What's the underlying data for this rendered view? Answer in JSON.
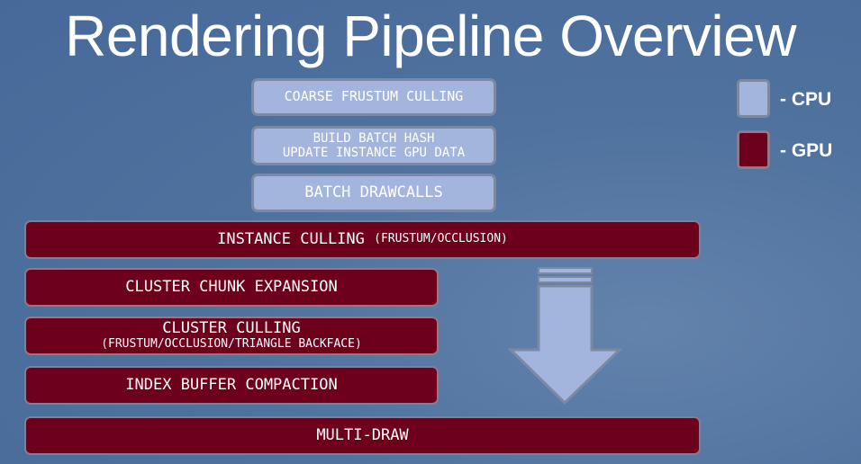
{
  "title": "Rendering Pipeline Overview",
  "cpu_steps": [
    "COARSE FRUSTUM CULLING",
    [
      "BUILD BATCH HASH",
      "UPDATE INSTANCE GPU DATA"
    ],
    "BATCH DRAWCALLS"
  ],
  "gpu_steps": {
    "instance_culling": {
      "main": "INSTANCE CULLING",
      "note": "(FRUSTUM/OCCLUSION)"
    },
    "cluster_chunk_expansion": "CLUSTER CHUNK EXPANSION",
    "cluster_culling": {
      "main": "CLUSTER CULLING",
      "note": "(FRUSTUM/OCCLUSION/TRIANGLE BACKFACE)"
    },
    "index_buffer_compaction": "INDEX BUFFER COMPACTION",
    "multi_draw": "MULTI-DRAW"
  },
  "legend": {
    "cpu": "- CPU",
    "gpu": "- GPU"
  },
  "colors": {
    "cpu": "#a3b5dc",
    "gpu": "#6d001b",
    "background": "#4f729e"
  }
}
